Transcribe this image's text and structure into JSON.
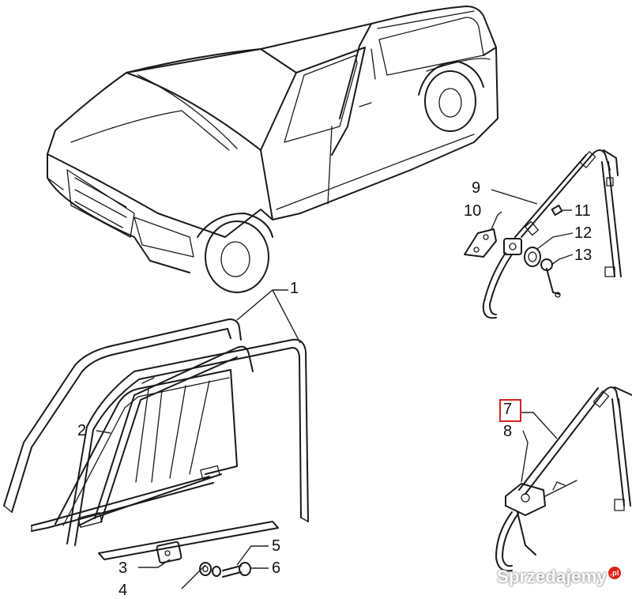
{
  "labels": {
    "n1": "1",
    "n2": "2",
    "n3": "3",
    "n4": "4",
    "n5": "5",
    "n6": "6",
    "n7": "7",
    "n8": "8",
    "n9": "9",
    "n10": "10",
    "n11": "11",
    "n12": "12",
    "n13": "13"
  },
  "highlighted_label": "7",
  "highlight_color": "#d62222",
  "watermark": {
    "text": "Sprzedajemy",
    "badge": ".pl"
  }
}
